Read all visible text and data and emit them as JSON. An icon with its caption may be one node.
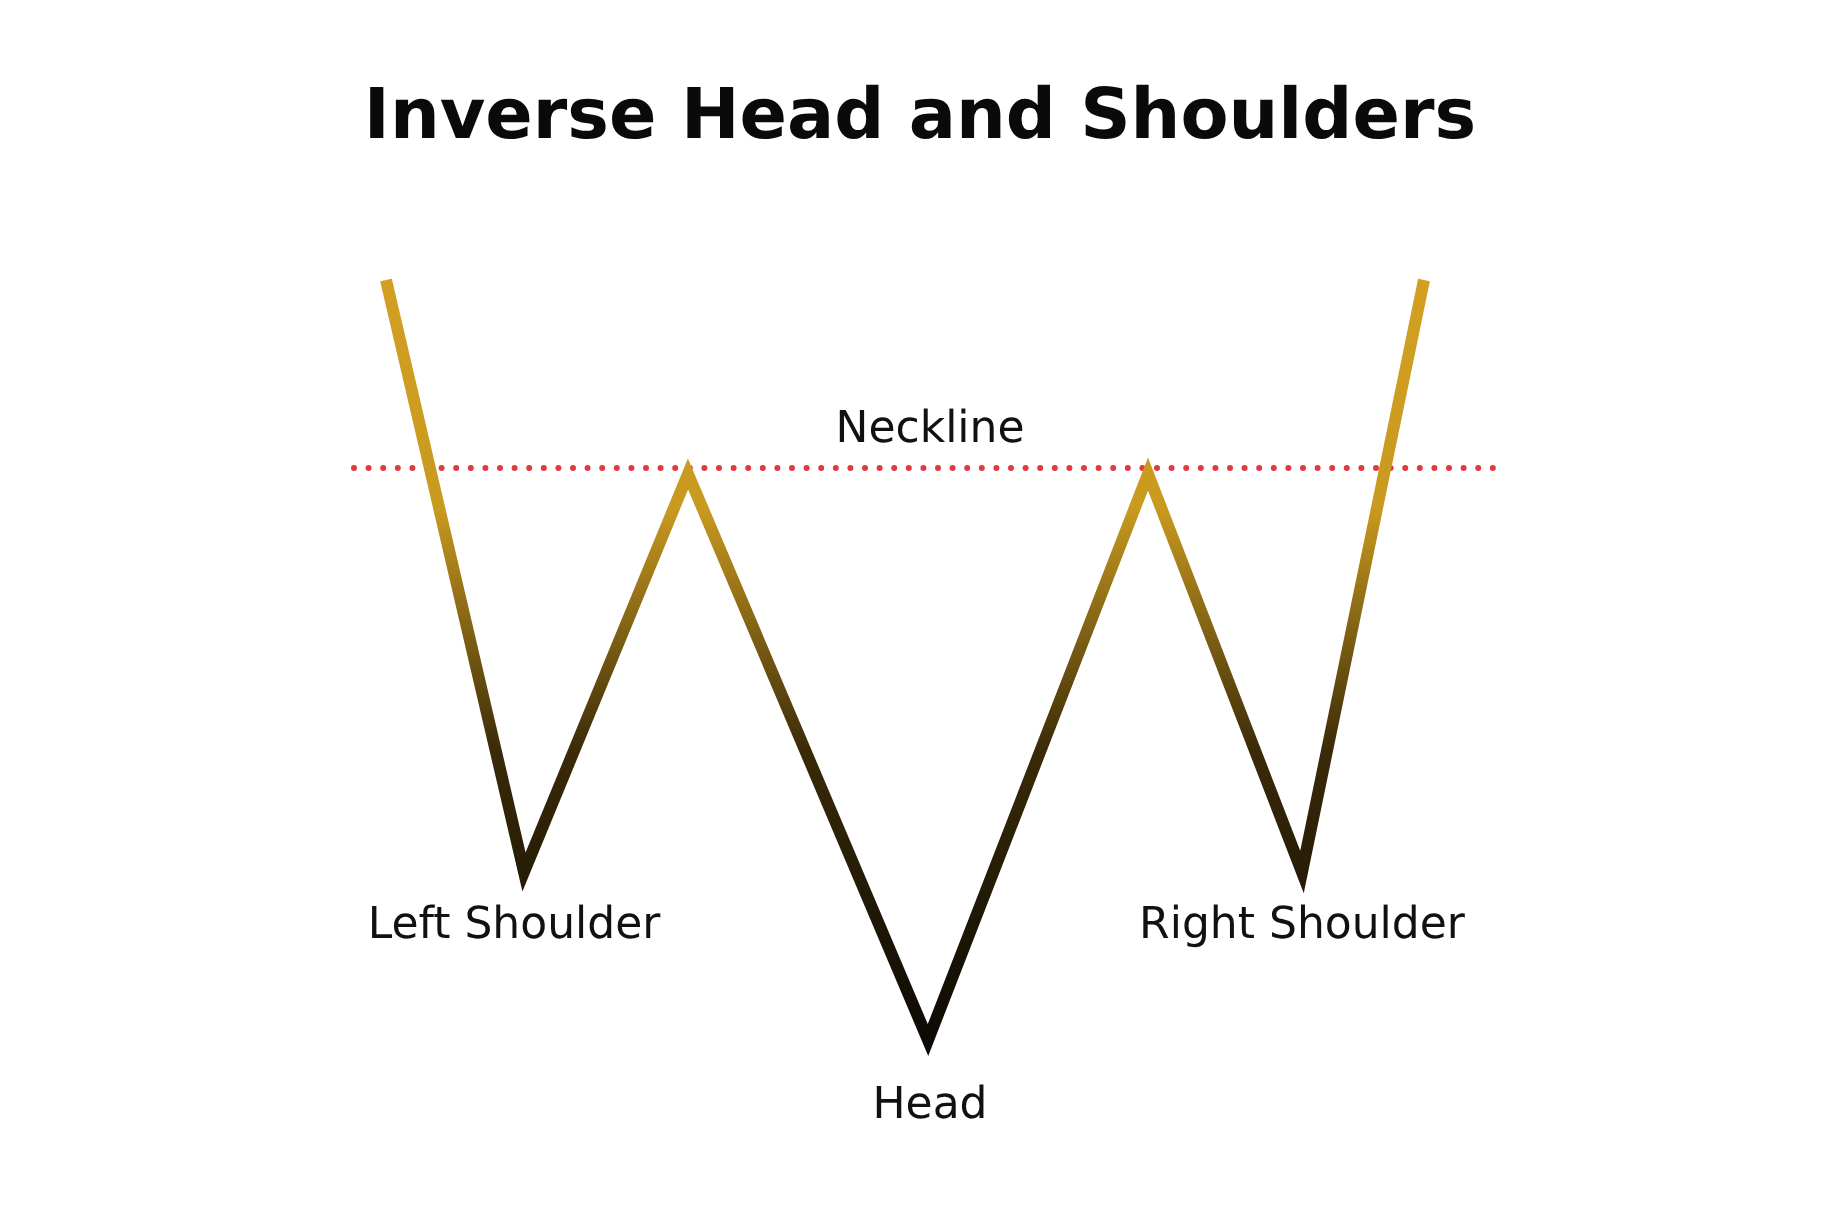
{
  "diagram": {
    "title": "Inverse Head and Shoulders",
    "labels": [
      "Neckline",
      "Left Shoulder",
      "Right Shoulder",
      "Head"
    ]
  }
}
